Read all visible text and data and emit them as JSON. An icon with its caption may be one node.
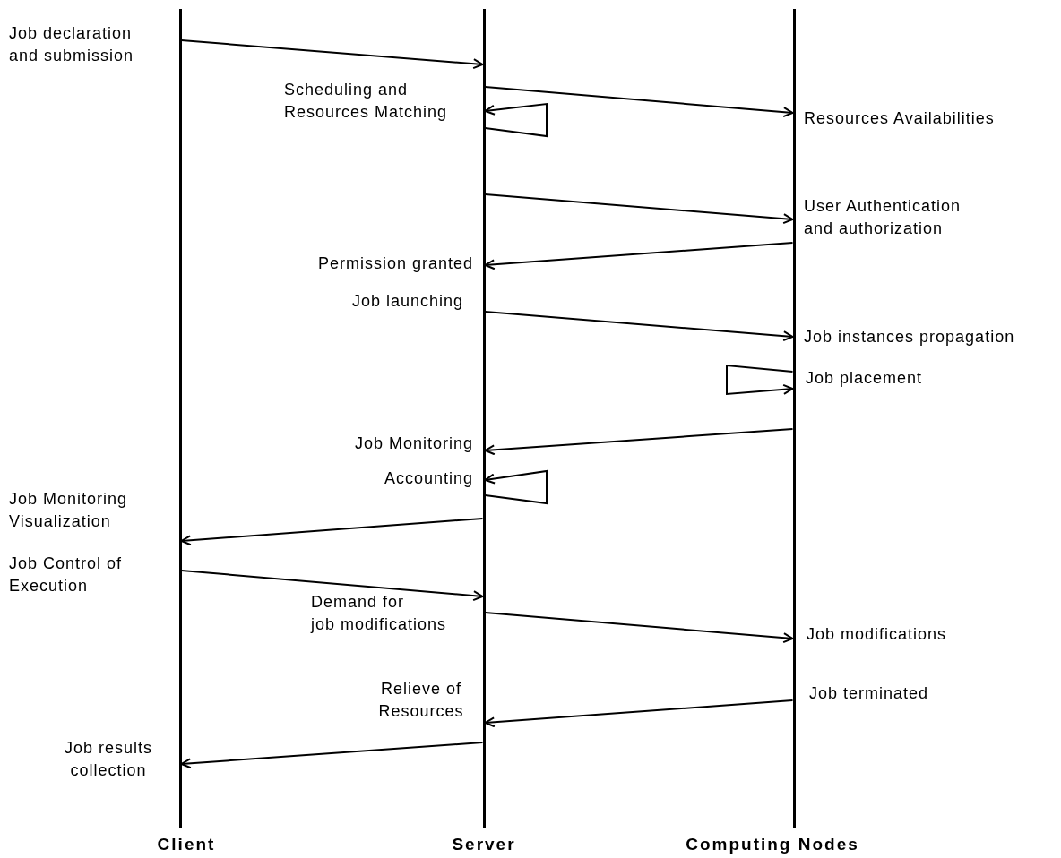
{
  "diagram": {
    "nodes": [
      {
        "text": [],
        "shape": "bar",
        "beside": [
          "Client"
        ]
      },
      {
        "text": [],
        "shape": "bar",
        "beside": [
          "Server"
        ]
      },
      {
        "text": [],
        "shape": "bar",
        "beside": [
          "Computing Nodes"
        ]
      }
    ],
    "edges": [
      {
        "from": 0,
        "to": 1,
        "arrow": "to"
      },
      {
        "from": 1,
        "to": 2,
        "arrow": "to"
      },
      {
        "from": 1,
        "to": 1,
        "arrow": "to"
      },
      {
        "from": 1,
        "to": 2,
        "arrow": "to"
      },
      {
        "from": 2,
        "to": 1,
        "arrow": "to"
      },
      {
        "from": 1,
        "to": 2,
        "arrow": "to"
      },
      {
        "from": 2,
        "to": 2,
        "arrow": "to"
      },
      {
        "from": 2,
        "to": 1,
        "arrow": "to"
      },
      {
        "from": 1,
        "to": 1,
        "arrow": "to"
      },
      {
        "from": 1,
        "to": 0,
        "arrow": "to"
      },
      {
        "from": 0,
        "to": 1,
        "arrow": "to"
      },
      {
        "from": 1,
        "to": 2,
        "arrow": "to"
      },
      {
        "from": 2,
        "to": 1,
        "arrow": "to"
      },
      {
        "from": 1,
        "to": 0,
        "arrow": "to"
      }
    ],
    "labels": [
      "Job declaration and submission",
      "Scheduling and Resources Matching",
      "Resources Availabilities",
      "User Authentication and authorization",
      "Permission granted",
      "Job launching",
      "Job instances propagation",
      "Job placement",
      "Job Monitoring",
      "Accounting",
      "Job Monitoring Visualization",
      "Job Control of Execution",
      "Demand for job modifications",
      "Job modifications",
      "Relieve of Resources",
      "Job terminated",
      "Job results collection"
    ]
  }
}
